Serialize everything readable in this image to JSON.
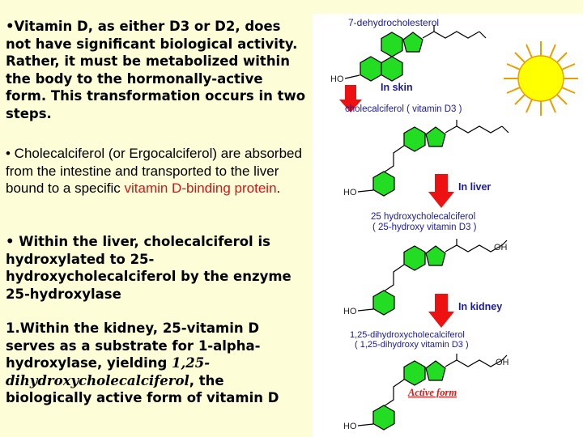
{
  "text": {
    "p1": "•Vitamin D, as either D3 or D2, does not have significant biological activity. Rather, it must be metabolized within the body to the hormonally-active form. This transformation occurs in two steps.",
    "p2_before": "• Cholecalciferol (or Ergocalciferol) are absorbed from the intestine and transported to the liver bound to a specific ",
    "p2_highlight": "vitamin D-binding protein",
    "p2_after": ".",
    "p3": "• Within the liver, cholecalciferol is hydroxylated to 25-hydroxycholecalciferol by the enzyme 25-hydroxylase",
    "p4_before": "1.Within the kidney, 25-vitamin D serves as a substrate for 1-alpha-hydroxylase, yielding ",
    "p4_italic": "1,25-dihydroxycholecalciferol",
    "p4_after": ", the biologically active form of vitamin D"
  },
  "diagram": {
    "title": "7-dehydrocholesterol",
    "step_skin": "In skin",
    "compound_2": "cholecalciferol ( vitamin D3 )",
    "step_liver": "In liver",
    "compound_3_line1": "25 hydroxycholecalciferol",
    "compound_3_line2": "( 25-hydroxy vitamin D3 )",
    "step_kidney": "In kidney",
    "compound_4_line1": "1,25-dihydroxycholecalciferol",
    "compound_4_line2": "( 1,25-dihydroxy vitamin D3 )",
    "active_label": "Active form",
    "group_ho": "HO",
    "group_oh": "OH",
    "colors": {
      "ring": "#22dd22",
      "arrow": "#ee1111",
      "sun": "#ffff00",
      "label": "#1a1aa0"
    }
  }
}
